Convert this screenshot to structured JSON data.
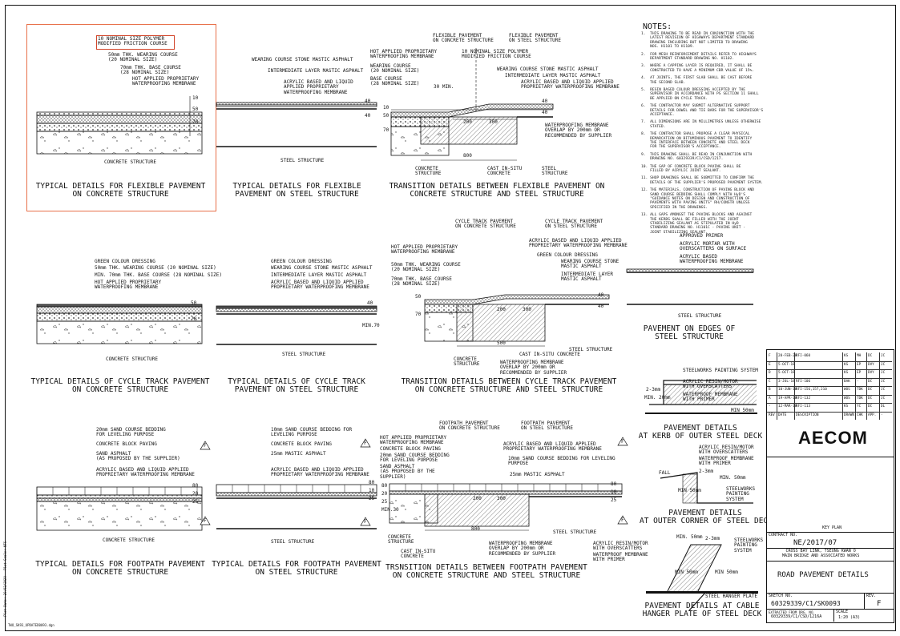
{
  "details": {
    "flex_conc": {
      "labels": [
        "10 NOMINAL SIZE POLYMER\nMODIFIED FRICTION COURSE",
        "50mm THK. WEARING COURSE\n(20 NOMINAL SIZE)",
        "70mm THK. BASE COURSE\n(28 NOMINAL SIZE)",
        "HOT APPLIED PROPRIETARY\nWATERPROOFING MEMBRANE",
        "CONCRETE STRUCTURE"
      ],
      "dims": [
        "10",
        "50",
        "70"
      ],
      "caption": "TYPICAL DETAILS FOR FLEXIBLE PAVEMENT\nON CONCRETE STRUCTURE"
    },
    "flex_steel": {
      "labels": [
        "WEARING COURSE STONE MASTIC ASPHALT",
        "INTERMEDIATE LAYER MASTIC ASPHALT",
        "ACRYLIC BASED AND LIQUID\nAPPLIED PROPRIETARY\nWATERPROOFING MEMBRANE",
        "STEEL STRUCTURE"
      ],
      "dims": [
        "40",
        "40"
      ],
      "caption": "TYPICAL DETAILS FOR FLEXIBLE\nPAVEMENT ON STEEL STRUCTURE"
    },
    "trans_flex": {
      "labels": [
        "FLEXIBLE PAVEMENT\nON CONCRETE STRUCTURE",
        "FLEXIBLE PAVEMENT\nON STEEL STRUCTURE",
        "HOT APPLIED PROPRIETARY\nWATERPROOFING MEMBRANE",
        "10 NOMINAL SIZE POLYMER\nMODIFIED FRICTION COURSE",
        "WEARING COURSE\n(20 NOMINAL SIZE)",
        "BASE COURSE\n(28 NOMINAL SIZE)",
        "WEARING COURSE STONE MASTIC ASPHALT",
        "INTERMEDIATE LAYER MASTIC ASPHALT",
        "ACRYLIC BASED AND LIQUID APPLIED\nPROPRIETARY WATERPROOFING MEMBRANE",
        "WATERPROOFING MEMBRANE\nOVERLAP BY 200mm OR\nRECOMMENDED BY SUPPLIER",
        "CONCRETE\nSTRUCTURE",
        "CAST IN-SITU\nCONCRETE",
        "STEEL\nSTRUCTURE",
        "30 MIN."
      ],
      "dims": [
        "200",
        "300",
        "800",
        "10",
        "50",
        "70",
        "40",
        "40"
      ],
      "caption": "TRANSITION DETAILS BETWEEN FLEXIBLE PAVEMENT ON\nCONCRETE STRUCTURE AND STEEL STRUCTURE"
    },
    "cycle_conc": {
      "labels": [
        "GREEN COLOUR DRESSING",
        "50mm THK. WEARING COURSE (20 NOMINAL SIZE)",
        "MIN. 70mm THK. BASE COURSE (28 NOMINAL SIZE)",
        "HOT APPLIED PROPRIETARY\nWATERPROOFING MEMBRANE",
        "CONCRETE STRUCTURE"
      ],
      "dims": [
        "50",
        "70"
      ],
      "caption": "TYPICAL DETAILS OF CYCLE TRACK PAVEMENT\nON CONCRETE STRUCTURE"
    },
    "cycle_steel": {
      "labels": [
        "GREEN COLOUR DRESSING",
        "WEARING COURSE STONE MASTIC ASPHALT",
        "INTERMEDIATE LAYER MASTIC ASPHALT",
        "ACRYLIC BASED AND LIQUID APPLIED\nPROPRIETARY WATERPROOFING MEMBRANE",
        "STEEL STRUCTURE"
      ],
      "dims": [
        "40",
        "MIN.70"
      ],
      "caption": "TYPICAL DETAILS OF CYCLE TRACK\nPAVEMENT ON STEEL STRUCTURE"
    },
    "trans_cycle": {
      "labels": [
        "CYCLE TRACK PAVEMENT\nON CONCRETE STRUCTURE",
        "CYCLE TRACK PAVEMENT\nON STEEL STRUCTURE",
        "HOT APPLIED PROPRIETARY\nWATERPROOFING MEMBRANE",
        "ACRYLIC BASED AND LIQUID APPLIED\nPROPRIETARY WATERPROOFING MEMBRANE",
        "GREEN COLOUR DRESSING",
        "50mm THK. WEARING COURSE\n(20 NOMINAL SIZE)",
        "WEARING COURSE STONE\nMASTIC ASPHALT",
        "70mm THK. BASE COURSE\n(28 NOMINAL SIZE)",
        "INTERMEDIATE LAYER\nMASTIC ASPHALT",
        "CAST IN-SITU CONCRETE",
        "STEEL STRUCTURE",
        "CONCRETE\nSTRUCTURE",
        "WATERPROOFING MEMBRANE\nOVERLAP BY 200mm OR\nRECOMMENDED BY SUPPLIER"
      ],
      "dims": [
        "200",
        "300",
        "500",
        "50",
        "70",
        "40",
        "40"
      ],
      "caption": "TRANSITION DETAILS BETWEEN CYCLE TRACK PAVEMENT\nON CONCRETE STRUCTURE AND STEEL STRUCTURE"
    },
    "edges": {
      "labels": [
        "APPROVED PRIMER",
        "ACRYLIC MORTAR WITH\nOVERSCATTERS ON SURFACE",
        "ACRYLIC BASED\nWATERPROOFING MEMBRANE",
        "STEEL STRUCTURE"
      ],
      "caption": "PAVEMENT ON EDGES OF\nSTEEL STRUCTURE"
    },
    "foot_conc": {
      "labels": [
        "20mm SAND COURSE BEDDING\nFOR LEVELING PURPOSE",
        "CONCRETE BLOCK PAVING",
        "SAND ASPHALT\n(AS PROPOSED BY THE SUPPLIER)",
        "ACRYLIC BASED AND LIQUID APPLIED\nPROPRIETARY WATERPROOFING MEMBRANE",
        "CONCRETE STRUCTURE"
      ],
      "dims": [
        "80",
        "20",
        "25"
      ],
      "tag": "F",
      "caption": "TYPICAL DETAILS FOR FOOTPATH PAVEMENT\nON CONCRETE STRUCTURE"
    },
    "foot_steel": {
      "labels": [
        "10mm SAND COURSE BEDDING FOR\nLEVELING PURPOSE",
        "CONCRETE BLOCK PAVING",
        "25mm MASTIC ASPHALT",
        "ACRYLIC BASED AND LIQUID APPLIED\nPROPRIETARY WATERPROOFING MEMBRANE",
        "STEEL STRUCTURE"
      ],
      "dims": [
        "80",
        "10",
        "25"
      ],
      "tag": "F",
      "caption": "TYPICAL DETAILS FOR FOOTPATH PAVEMENT\nON STEEL STRUCTURE"
    },
    "trans_foot": {
      "labels": [
        "FOOTPATH PAVEMENT\nON CONCRETE STRUCTURE",
        "FOOTPATH PAVEMENT\nON STEEL STRUCTURE",
        "HOT APPLIED PROPRIETARY\nWATERPROOFING MEMBRANE",
        "CONCRETE BLOCK PAVING",
        "20mm SAND COURSE BEDDING\nFOR LEVELING PURPOSE",
        "SAND ASPHALT\n(AS PROPOSED BY THE\nSUPPLIER)",
        "ACRYLIC BASED AND LIQUID APPLIED\nPROPRIETARY WATERPROOFING MEMBRANE",
        "10mm SAND COURSE BEDDING FOR LEVELING\nPURPOSE",
        "25mm MASTIC ASPHALT",
        "CONCRETE\nSTRUCTURE",
        "CAST IN-SITU\nCONCRETE",
        "WATERPROOFING MEMBRANE\nOVERLAP BY 200mm OR\nRECOMMENDED BY SUPPLIER",
        "STEEL STRUCTURE"
      ],
      "dims": [
        "200",
        "300",
        "800",
        "80",
        "20",
        "25",
        "MIN.30",
        "80",
        "10",
        "25"
      ],
      "tag": "F",
      "caption": "TRSNSITION DETAILS BETWEEN FOOTPATH PAVEMENT\nON CONCRETE STRUCTURE AND STEEL STRUCTURE"
    },
    "kerb": {
      "labels": [
        "STEELWORKS PAINTING SYSTEM",
        "ACRYLIC RESIN/MOTOR\nWITH OVERSCATTERS",
        "WATERPROOF MEMBRANE\nWITH PRIMER"
      ],
      "dims": [
        "2-3mm",
        "MIN. 20mm",
        "MIN 50mm"
      ],
      "caption": "PAVEMENT DETAILS\nAT KERB OF OUTER STEEL DECK"
    },
    "corner": {
      "labels": [
        "ACRYLIC RESIN/MOTOR\nWITH OVERSCATTERS",
        "WATERPROOF MEMBRANE\nWITH PRIMER",
        "STEELWORKS\nPAINTING\nSYSTEM",
        "FALL"
      ],
      "dims": [
        "2-3mm",
        "MIN. 50mm",
        "MIN 50mm"
      ],
      "caption": "PAVEMENT DETAILS\nAT OUTER CORNER OF STEEL DECK"
    },
    "hanger": {
      "labels": [
        "ACRYLIC RESIN/MOTOR\nWITH OVERSCATTERS",
        "WATERPROOF MEMBRANE\nWITH PRIMER",
        "STEELWORKS\nPAINTING\nSYSTEM",
        "STEEL HANGER PLATE"
      ],
      "dims": [
        "MIN. 50mm",
        "2-3mm",
        "MIN 50mm",
        "MIN 50mm"
      ],
      "caption": "PAVEMENT DETAILS AT CABLE\nHANGER PLATE OF STEEL DECK"
    }
  },
  "notes": {
    "heading": "NOTES:",
    "items": [
      "1.  THIS DRAWING TO BE READ IN CONJUNCTION WITH THE\n    LATEST REVISION OF HIGHWAYS DEPARTMENT STANDARD\n    DRAWING INCLUDING BUT NOT LIMITED TO DRAWING\n    NOS. H1101 TO H1109.",
      "2.  FOR MESH REINFORCEMENT DETAILS REFER TO HIGHWAYS\n    DEPARTMENT STANDARD DRAWING NO. H1102.",
      "3.  WHERE A CAPPING LAYER IS REQUIRED, IT SHALL BE\n    CONSTRUCTED TO HAVE A MINIMUM CBR VALUE OF 15%.",
      "4.  AT JOINTS, THE FIRST SLAB SHALL BE CAST BEFORE\n    THE SECOND SLAB.",
      "5.  RESIN BASED COLOUR DRESSING ACCEPTED BY THE\n    SUPERVISOR IN ACCORDANCE WITH PS SECTION 11 SHALL\n    BE APPLIED ON CYCLE TRACK.",
      "6.  THE CONTRACTOR MAY SUBMIT ALTERNATIVE SUPPORT\n    DETAILS FOR DOWEL AND TIE BARS FOR THE SUPERVISOR'S\n    ACCEPTANCE.",
      "7.  ALL DIMENSIONS ARE IN MILLIMETRES UNLESS OTHERWISE\n    STATED.",
      "8.  THE CONTRACTOR SHALL PROPOSE A CLEAR PHYSICAL\n    DEMARCATION ON BITUMINOUS PAVEMENT TO IDENTIFY\n    THE INTERFACE BETWEEN CONCRETE AND STEEL DECK\n    FOR THE SUPERVISOR'S ACCEPTANCE.",
      "9.  THIS DRAWING SHALL BE READ IN CONJUNCTION WITH\n    DRAWING NO. 60329339/C1/CSD/1217.",
      "10. THE GAP OF CONCRETE BLOCK PAVING SHALL BE\n    FILLED BY ACRYLIC JOINT SEALANT.",
      "11. SHOP DRAWINGS SHALL BE SUBMITTED TO CONFIRM THE\n    DETAILS OF THE SUPPLIER'S PROPOSED PAVEMENT SYSTEM.",
      "12. THE MATERIALS, CONSTRUCTION OF PAVING BLOCK AND\n    SAND COURSE BEDDING SHALL COMPLY WITH HyD'S\n    \"GUIDANCE NOTES ON DESIGN AND CONSTRUCTION OF\n    PAVEMENTS WITH PAVING UNITS\" RH/CONSTR UNLESS\n    SPECIFIED IN THE DRAWINGS.",
      "13. ALL GAPS AMONGST THE PAVING BLOCKS AND AGAINST\n    THE KERBS SHALL BE FILLED WITH THE JOINT\n    STABILIZING SEALANT AS STIPULATED IN HyD\n    STANDARD DRAWING NO. H1101C - PAVING UNIT -\n    JOINT STABILIZING SEALANT."
    ]
  },
  "revisions": {
    "rows": [
      [
        "F",
        "20-FEB-20",
        "RFI-060",
        "KS",
        "MH",
        "DC",
        "JC"
      ],
      [
        "E",
        "5-OCT-18",
        "",
        "KS",
        "EP",
        "DVY",
        "JC"
      ],
      [
        "D",
        "5-OCT-18",
        "",
        "KS",
        "EP",
        "DVY",
        "JC"
      ],
      [
        "C",
        "3-JUL-18",
        "RFI-106",
        "BAK",
        "-",
        "DC",
        "JC"
      ],
      [
        "B",
        "10-JUN-18",
        "RFI-156,157,210",
        "WOS",
        "TDK",
        "DC",
        "JC"
      ],
      [
        "A",
        "19-APR-18",
        "RFI-132",
        "WOS",
        "TDK",
        "DC",
        "JC"
      ],
      [
        "-",
        "12-MAR-18",
        "RFI-113",
        "KS",
        "YC",
        "DC",
        "DL"
      ]
    ],
    "headers": [
      "REV",
      "DATE",
      "DESCRIPTION",
      "DRAWN",
      "CHK",
      "APP.",
      "-"
    ]
  },
  "title_block": {
    "logo": "AECOM",
    "key_plan": "KEY PLAN",
    "contract_label": "CONTRACT NO.",
    "contract_no": "NE/2017/07",
    "project": "CROSS BAY LINK, TSEUNG KWAN O\nMAIN BRIDGE AND ASSOCIATED WORKS",
    "title": "ROAD PAVEMENT DETAILS",
    "sketch_label": "SKETCH NO.",
    "sketch_no": "60329339/C1/SK0093",
    "rev_label": "REV.",
    "rev": "F",
    "extracted_label": "EXTRACTED FROM DRG. NO.",
    "extracted_no": "60329339/C1/CSD/1216A",
    "scale_label": "SCALE",
    "scale": "1:20 (A3)"
  },
  "margin": {
    "filename": "TWO_SK93_UPDATED0093.dgn",
    "side_text": "Plot Date: 20/02/2020   Plot Scale: NTS"
  }
}
